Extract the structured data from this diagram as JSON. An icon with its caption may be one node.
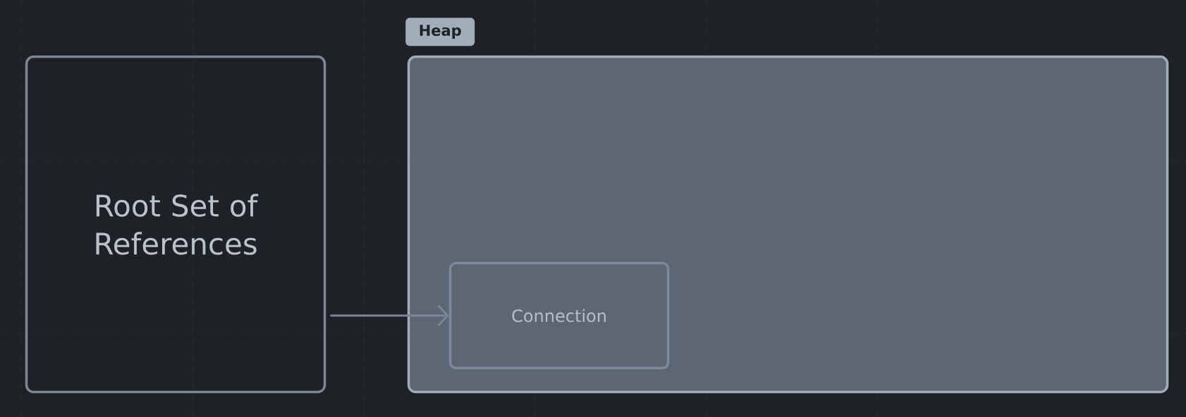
{
  "diagram": {
    "nodes": [
      {
        "text": [
          "Root Set of References"
        ]
      },
      {
        "text": [
          "Heap"
        ]
      },
      {
        "text": [
          "Connection"
        ],
        "in": 1
      }
    ],
    "edges": [
      {
        "from": 0,
        "to": 2,
        "arrow": "to"
      }
    ]
  }
}
